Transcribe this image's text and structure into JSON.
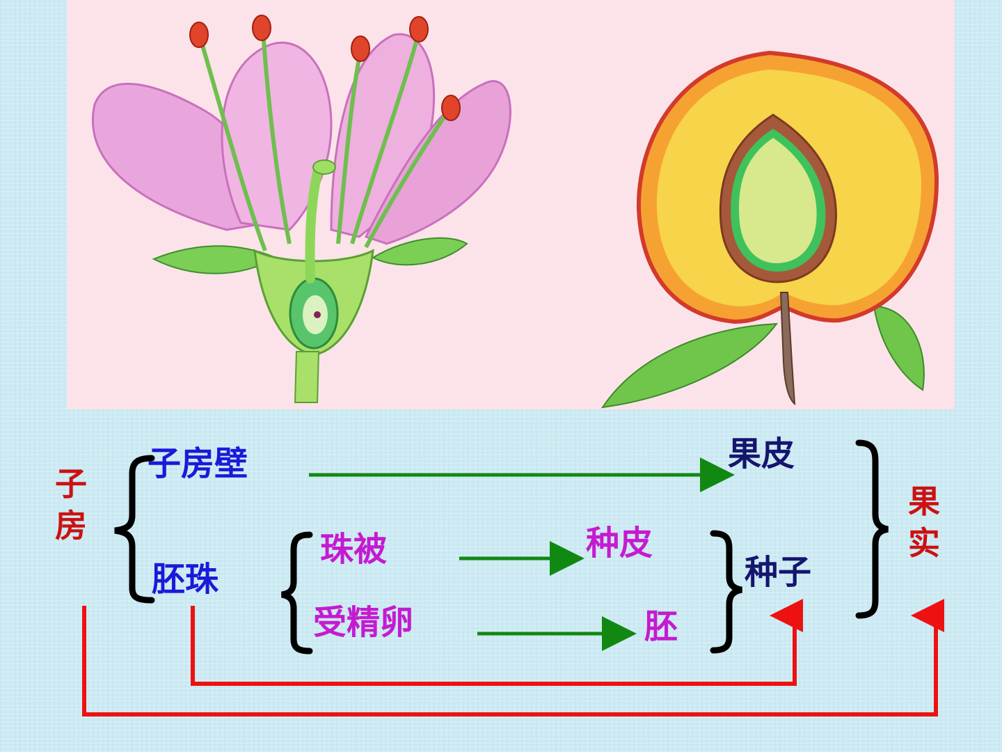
{
  "colors": {
    "blue_label": "#1a1ad8",
    "navy_label": "#15156e",
    "magenta_label": "#c41bd0",
    "red_label": "#cc1111",
    "green_arrow": "#118811",
    "red_arrow": "#ee1111",
    "background": "#cdeaf3",
    "photo_bg": "#fbe3e9"
  },
  "icons": [
    "peach-flower-section-illustration",
    "peach-fruit-section-illustration"
  ],
  "labels": {
    "ovary": "子房",
    "ovary_wall": "子房壁",
    "ovule": "胚珠",
    "integument": "珠被",
    "fertilized_egg": "受精卵",
    "pericarp": "果皮",
    "seed_coat": "种皮",
    "embryo": "胚",
    "seed": "种子",
    "fruit": "果实"
  }
}
